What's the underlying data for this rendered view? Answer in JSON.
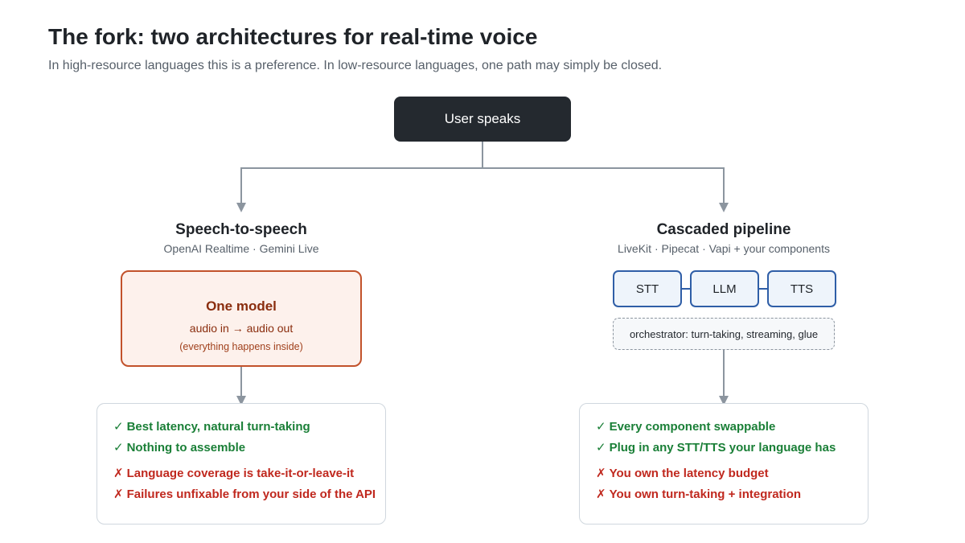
{
  "header": {
    "title": "The fork: two architectures for real-time voice",
    "subtitle": "In high-resource languages this is a preference. In low-resource languages, one path may simply be closed."
  },
  "root": {
    "label": "User speaks"
  },
  "left_branch": {
    "title": "Speech-to-speech",
    "subtitle": "OpenAI Realtime · Gemini Live",
    "model": {
      "title": "One model",
      "line1": "audio in → audio out",
      "line2": "(everything happens inside)"
    },
    "pros": [
      "Best latency, natural turn-taking",
      "Nothing to assemble"
    ],
    "cons": [
      "Language coverage is take-it-or-leave-it",
      "Failures unfixable from your side of the API"
    ]
  },
  "right_branch": {
    "title": "Cascaded pipeline",
    "subtitle": "LiveKit · Pipecat · Vapi + your components",
    "components": [
      "STT",
      "LLM",
      "TTS"
    ],
    "orchestrator": "orchestrator: turn-taking, streaming, glue",
    "pros": [
      "Every component swappable",
      "Plug in any STT/TTS your language has"
    ],
    "cons": [
      "You own the latency budget",
      "You own turn-taking + integration"
    ]
  },
  "marks": {
    "pro": "✓",
    "con": "✗"
  },
  "colors": {
    "root_fill": "#24292f",
    "model_fill": "#fdf1ec",
    "model_border": "#c2522b",
    "component_fill": "#eef4fb",
    "component_border": "#2f5ea7",
    "pro_text": "#1a7f37",
    "con_text": "#c0281e",
    "connector": "#8c959f"
  }
}
